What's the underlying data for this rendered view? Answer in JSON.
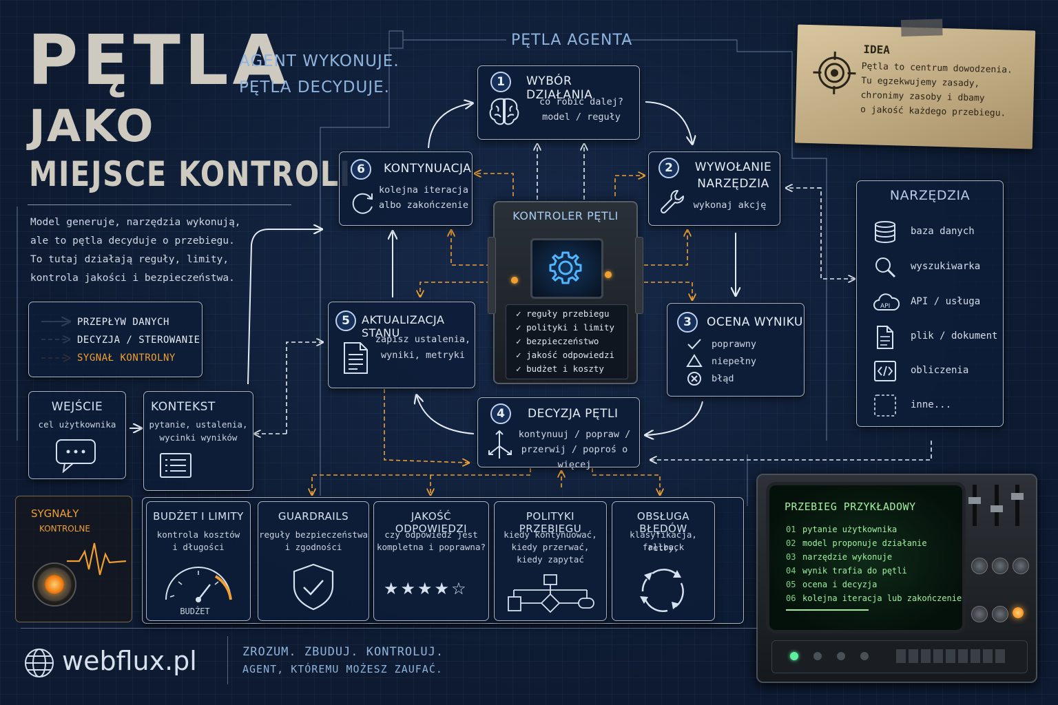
{
  "hero": {
    "title_line1": "PĘTLA",
    "title_line2": "JAKO",
    "title_line3": "MIEJSCE KONTROLI",
    "tagline_1": "AGENT WYKONUJE.",
    "tagline_2": "PĘTLA DECYDUJE.",
    "intro": [
      "Model generuje, narzędzia wykonują,",
      "ale to pętla decyduje o przebiegu.",
      "To tutaj działają reguły, limity,",
      "kontrola jakości i bezpieczeństwa."
    ]
  },
  "legend": {
    "items": [
      {
        "label": "PRZEPŁYW DANYCH",
        "color": "#e6ecf4"
      },
      {
        "label": "DECYZJA / STEROWANIE",
        "color": "#e6ecf4"
      },
      {
        "label": "SYGNAŁ KONTROLNY",
        "color": "#f0a030"
      }
    ]
  },
  "loop": {
    "title": "PĘTLA AGENTA",
    "controller": {
      "title": "KONTROLER PĘTLI",
      "checks": [
        "reguły przebiegu",
        "polityki i limity",
        "bezpieczeństwo",
        "jakość odpowiedzi",
        "budżet i koszty"
      ]
    },
    "nodes": [
      {
        "num": "1",
        "title": "WYBÓR DZIAŁANIA",
        "lines": [
          "co robić dalej?",
          "model / reguły"
        ],
        "icon": "brain-icon"
      },
      {
        "num": "2",
        "title": "WYWOŁANIE",
        "title2": "NARZĘDZIA",
        "lines": [
          "wykonaj akcję"
        ],
        "icon": "wrench-icon"
      },
      {
        "num": "3",
        "title": "OCENA WYNIKU",
        "lines": [
          "poprawny",
          "niepełny",
          "błąd"
        ],
        "icon": "result-icons"
      },
      {
        "num": "4",
        "title": "DECYZJA PĘTLI",
        "lines": [
          "kontynuuj / popraw /",
          "przerwij / poproś o więcej"
        ],
        "icon": "branch-arrows-icon"
      },
      {
        "num": "5",
        "title": "AKTUALIZACJA STANU",
        "lines": [
          "zapisz ustalenia,",
          "wyniki, metryki"
        ],
        "icon": "document-icon"
      },
      {
        "num": "6",
        "title": "KONTYNUACJA",
        "lines": [
          "kolejna iteracja",
          "albo zakończenie"
        ],
        "icon": "refresh-icon"
      }
    ]
  },
  "input": {
    "title": "WEJŚCIE",
    "text": "cel użytkownika",
    "icon": "chat-bubble-icon"
  },
  "context": {
    "title": "KONTEKST",
    "lines": [
      "pytanie, ustalenia,",
      "wycinki wyników"
    ],
    "icon": "list-icon"
  },
  "tools": {
    "title": "NARZĘDZIA",
    "items": [
      {
        "label": "baza danych",
        "icon": "database-icon"
      },
      {
        "label": "wyszukiwarka",
        "icon": "magnifier-icon"
      },
      {
        "label": "API / usługa",
        "icon": "cloud-api-icon",
        "icon_text": "API"
      },
      {
        "label": "plik / dokument",
        "icon": "file-icon"
      },
      {
        "label": "obliczenia",
        "icon": "code-icon"
      },
      {
        "label": "inne...",
        "icon": "dashed-square-icon"
      }
    ]
  },
  "idea": {
    "title": "IDEA",
    "lines": [
      "Pętla to centrum dowodzenia.",
      "Tu egzekwujemy zasady,",
      "chronimy zasoby i dbamy",
      "o jakość każdego przebiegu."
    ]
  },
  "signals": {
    "title1": "SYGNAŁY",
    "title2": "KONTROLNE"
  },
  "controls": [
    {
      "title": "BUDŻET I LIMITY",
      "lines": [
        "kontrola kosztów",
        "i długości"
      ],
      "icon": "gauge-icon",
      "caption": "BUDŻET"
    },
    {
      "title": "GUARDRAILS",
      "lines": [
        "reguły bezpieczeństwa",
        "i zgodności"
      ],
      "icon": "shield-check-icon"
    },
    {
      "title": "JAKOŚĆ ODPOWIEDZI",
      "lines": [
        "czy odpowiedź jest",
        "kompletna i poprawna?"
      ],
      "icon": "stars-icon",
      "rating": 4,
      "rating_max": 5
    },
    {
      "title": "POLITYKI PRZEBIEGU",
      "lines": [
        "kiedy kontynuować,",
        "kiedy przerwać,",
        "kiedy zapytać"
      ],
      "icon": "flowchart-icon"
    },
    {
      "title": "OBSŁUGA BŁĘDÓW",
      "lines": [
        "klasyfikacja, retry,",
        "fallback"
      ],
      "icon": "cycle-arrows-icon"
    }
  ],
  "terminal": {
    "title": "PRZEBIEG PRZYKŁADOWY",
    "rows": [
      {
        "n": "01",
        "text": "pytanie użytkownika"
      },
      {
        "n": "02",
        "text": "model proponuje działanie"
      },
      {
        "n": "03",
        "text": "narzędzie wykonuje"
      },
      {
        "n": "04",
        "text": "wynik trafia do pętli"
      },
      {
        "n": "05",
        "text": "ocena i decyzja"
      },
      {
        "n": "06",
        "text": "kolejna iteracja lub zakończenie"
      }
    ]
  },
  "footer": {
    "brand": "webflux.pl",
    "line1": "ZROZUM. ZBUDUJ. KONTROLUJ.",
    "line2": "AGENT, KTÓREMU MOŻESZ ZAUFAĆ."
  },
  "colors": {
    "signal": "#f0a030",
    "accent": "#8fb4de",
    "terminal_green": "#9ef0a0"
  }
}
